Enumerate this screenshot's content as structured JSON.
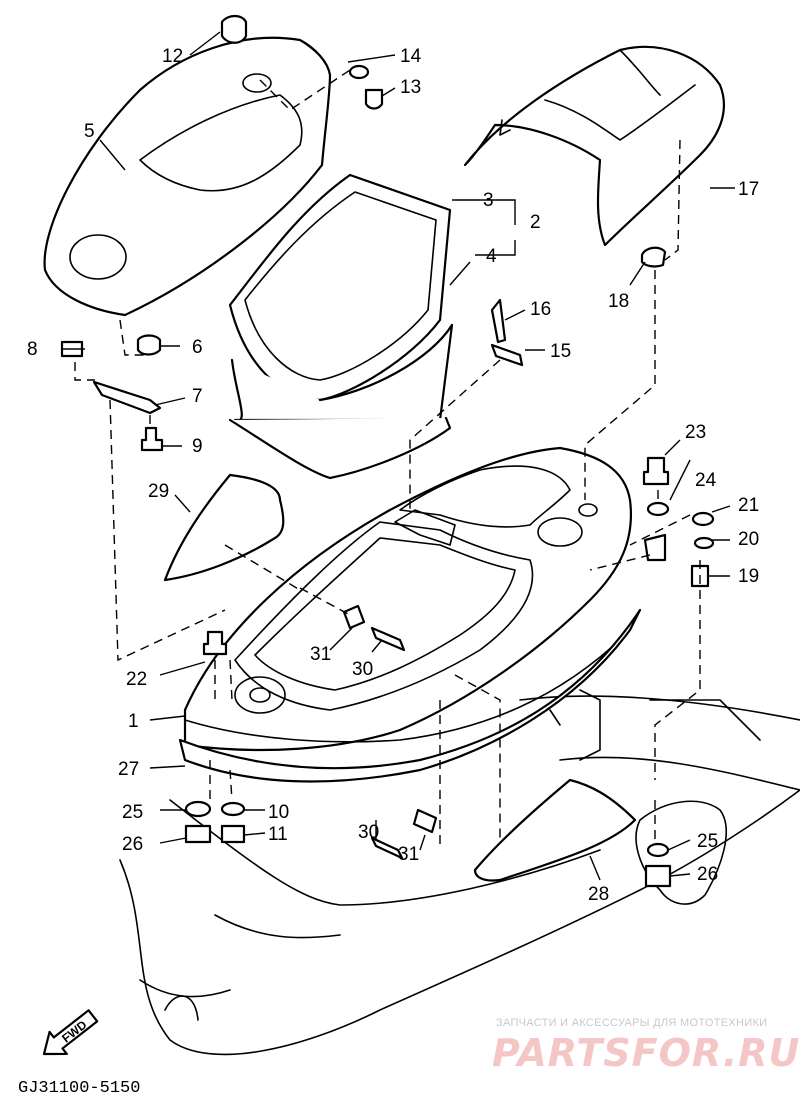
{
  "diagram_code": "GJ31100-5150",
  "fwd_label": "FWD",
  "watermark": {
    "line1": "ЗАПЧАСТИ И АКСЕССУАРЫ ДЛЯ МОТОТЕХНИКИ",
    "line2": "PARTSFOR.RU"
  },
  "callouts": {
    "c1": "1",
    "c2": "2",
    "c3": "3",
    "c4": "4",
    "c5": "5",
    "c6": "6",
    "c7": "7",
    "c8": "8",
    "c9": "9",
    "c10": "10",
    "c11": "11",
    "c12": "12",
    "c13": "13",
    "c14": "14",
    "c15": "15",
    "c16": "16",
    "c17": "17",
    "c18": "18",
    "c19": "19",
    "c20": "20",
    "c21": "21",
    "c22": "22",
    "c23": "23",
    "c24": "24",
    "c25a": "25",
    "c25b": "25",
    "c26a": "26",
    "c26b": "26",
    "c27": "27",
    "c28": "28",
    "c29": "29",
    "c30a": "30",
    "c30b": "30",
    "c31a": "31",
    "c31b": "31"
  }
}
